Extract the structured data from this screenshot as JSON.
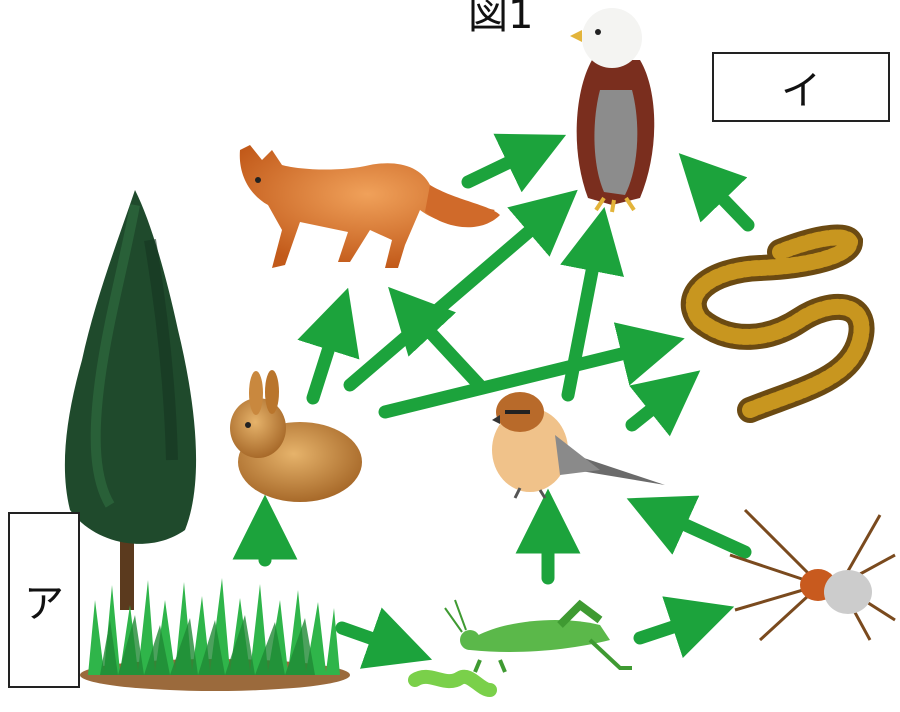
{
  "figure": {
    "title": "図1"
  },
  "labels": {
    "i": "イ",
    "a": "ア"
  },
  "colors": {
    "arrow": "#1ca33c",
    "tree": "#1f4a2c",
    "grass": "#2fb54a"
  },
  "organisms": [
    "eagle",
    "fox",
    "snake",
    "rabbit",
    "shrike",
    "spider",
    "grasshopper",
    "caterpillar",
    "tree",
    "grass"
  ]
}
